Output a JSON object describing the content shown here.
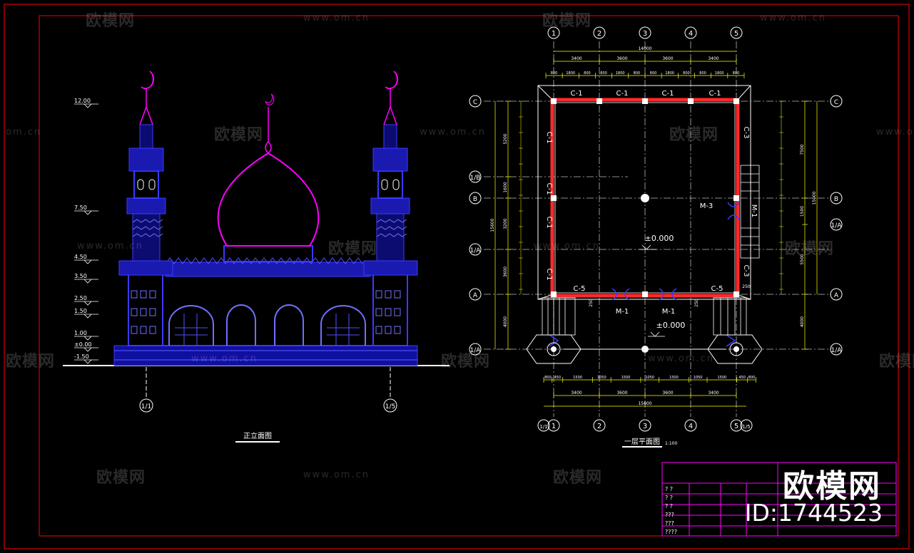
{
  "colors": {
    "background": "#000000",
    "frame": "#ff0000",
    "elevation": "#3a3aff",
    "elevation_accent": "#ff00ff",
    "dimension": "#ffff00",
    "wall": "#ff2a2a",
    "plan_line": "#ffffff",
    "title_block": "#ff00ff"
  },
  "watermark": {
    "brand_cn": "欧模网",
    "url": "www.om.cn",
    "url_short": "om.cn"
  },
  "brand": {
    "name": "欧模网",
    "id": "ID:1744523"
  },
  "elevation": {
    "title": "正立面图",
    "levels": [
      "12.00",
      "7.50",
      "4.50",
      "3.50",
      "2.50",
      "1.50",
      "1.00",
      "±0.00",
      "-1.50"
    ],
    "axis_left": "1/1",
    "axis_right": "1/5"
  },
  "plan": {
    "title": "一层平面图",
    "scale": "1:100",
    "axes_top": [
      "1",
      "2",
      "3",
      "4",
      "5"
    ],
    "axes_bottom": [
      "1/1",
      "1",
      "2",
      "3",
      "4",
      "5",
      "1/5"
    ],
    "axes_left": [
      "C",
      "1/B",
      "B",
      "1/A",
      "A",
      "1/A"
    ],
    "axes_right": [
      "C",
      "B",
      "1/A",
      "A",
      "1/A"
    ],
    "dims_top_total": "14000",
    "dims_top_bays": [
      "3400",
      "3600",
      "3600",
      "3400"
    ],
    "dims_top_detail": [
      "800",
      "1800",
      "800",
      "800",
      "1800",
      "800",
      "800",
      "1800",
      "800",
      "800",
      "1800",
      "800"
    ],
    "dims_bottom_detail": [
      "800",
      "450",
      "1500",
      "1050",
      "1500",
      "1050",
      "1500",
      "1050",
      "1500",
      "450",
      "800"
    ],
    "dims_bottom_bays": [
      "3400",
      "3600",
      "3600",
      "3400"
    ],
    "dims_bottom_total": "15600",
    "dims_left_total": "15600",
    "dims_left_bays": [
      "5200",
      "1600",
      "3200",
      "3600",
      "4000"
    ],
    "dims_right_total": "15000",
    "dims_right_bays": [
      "7500",
      "1500",
      "5500",
      "4000"
    ],
    "windows": [
      "C-1",
      "C-1",
      "C-1",
      "C-1"
    ],
    "windows_left": [
      "C-1",
      "C-1",
      "C-1",
      "C-1"
    ],
    "window_right_top": "C-3",
    "window_right_bottom": "C-3",
    "windows_front": [
      "C-5",
      "C-5"
    ],
    "doors_front": [
      "M-1",
      "M-1"
    ],
    "door_side": "M-3",
    "door_side_label": "M-1",
    "level_inside": "±0.000",
    "level_porch": "±0.000",
    "small_dim": "250"
  },
  "title_block": {
    "rows": [
      "? ?",
      "? ?",
      "? ?",
      "???",
      "???",
      "????"
    ]
  }
}
